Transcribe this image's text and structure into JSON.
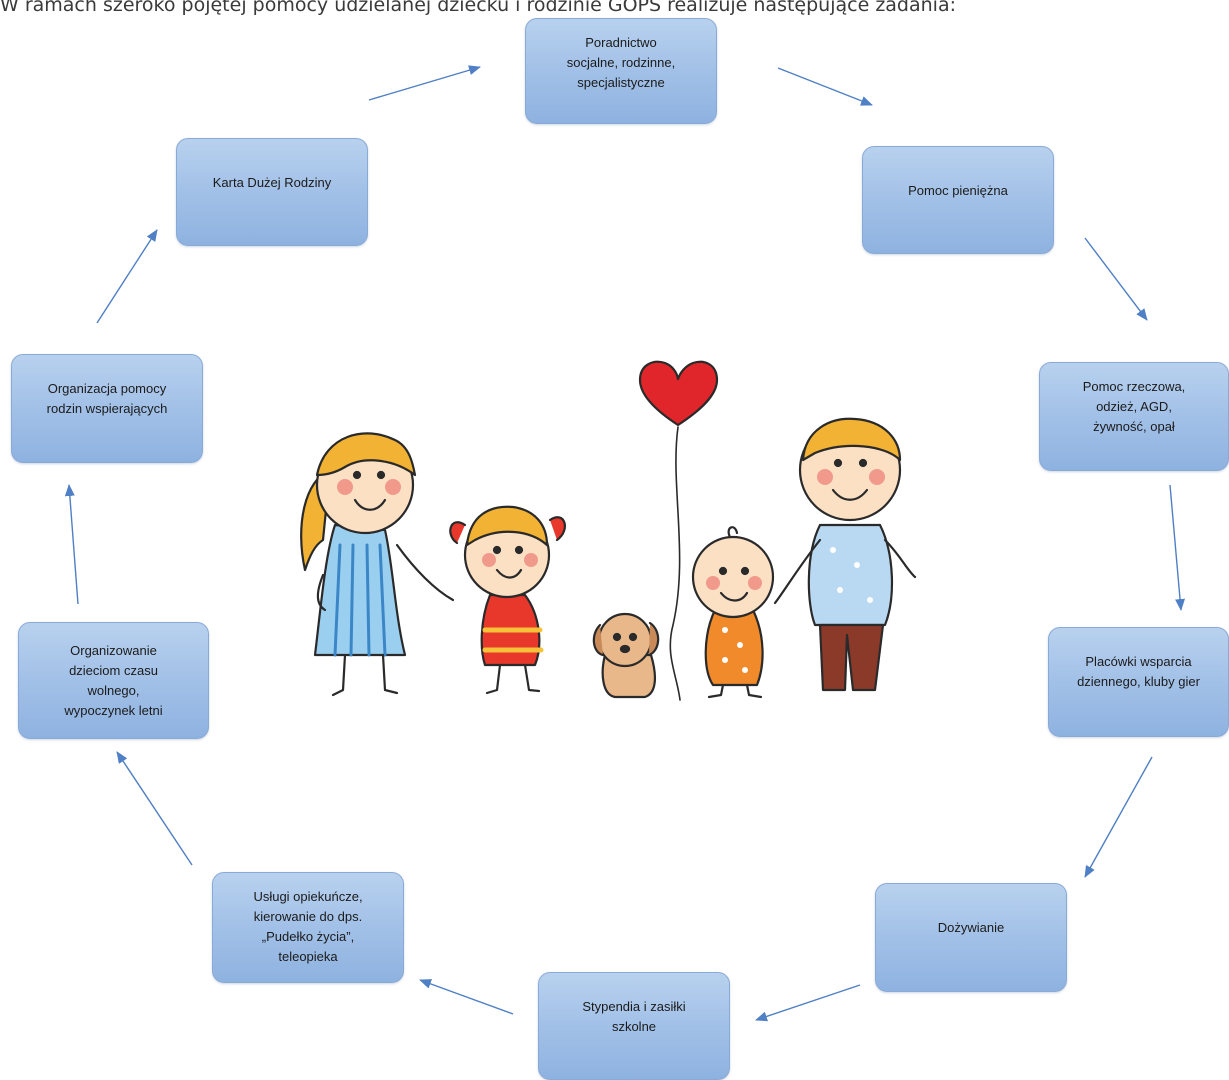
{
  "header": {
    "text": "W ramach szeroko pojętej pomocy udzielanej dziecku i rodzinie GOPS realizuje następujące zadania:"
  },
  "nodes": {
    "poradnictwo": "Poradnictwo\nsocjalne, rodzinne,\nspecjalistyczne",
    "pomoc_pieniezna": "Pomoc pieniężna",
    "pomoc_rzeczowa": "Pomoc rzeczowa,\nodzież, AGD,\nżywność, opał",
    "placowki": "Placówki wsparcia\ndziennego, kluby gier",
    "dozywianie": "Dożywianie",
    "stypendia": "Stypendia i zasiłki\nszkolne",
    "uslugi": "Usługi opiekuńcze,\nkierowanie do dps.\n„Pudełko życia”,\nteleopieka",
    "czas_wolny": "Organizowanie\ndzieciom czasu\nwolnego,\nwypoczynek letni",
    "rodziny_wspierajace": "Organizacja pomocy\nrodzin wspierających",
    "karta": "Karta Dużej Rodziny"
  },
  "colors": {
    "node_fill": "#a4c2e8",
    "node_border": "#8aaad6",
    "arrow": "#4f7fc4"
  },
  "illustration": {
    "icon": "family-with-dog-and-heart-balloon-drawing"
  }
}
